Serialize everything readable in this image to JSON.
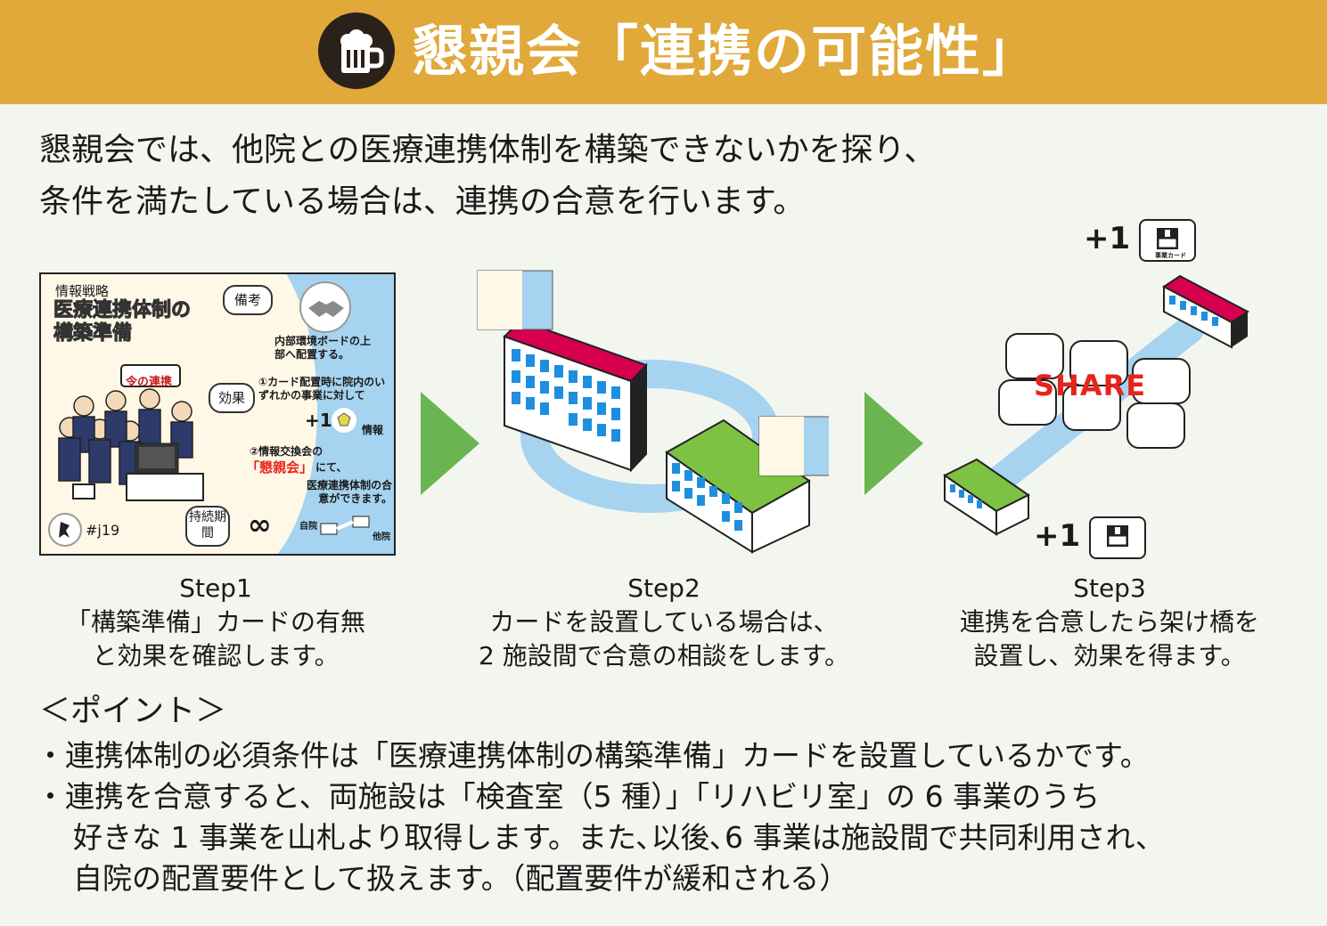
{
  "header": {
    "title": "懇親会「連携の可能性」",
    "icon": "beer-mug-icon",
    "bg_color": "#e0a93a"
  },
  "intro": {
    "line1": "懇親会では、他院との医療連携体制を構築できないかを探り、",
    "line2": "条件を満たしている場合は、連携の合意を行います。"
  },
  "card": {
    "category": "情報戦略",
    "title_line1": "医療連携体制の",
    "title_line2": "構築準備",
    "bikou": "備考",
    "placement": "内部環境ボードの上部へ配置する。",
    "effect_label": "効果",
    "effect1": "①カード配置時に院内のいずれかの事業に対して",
    "plus_one": "+1",
    "info": "情報",
    "effect2_prefix": "②情報交換会の",
    "effect2_highlight": "「懇親会」",
    "effect2_suffix": "にて、",
    "effect3": "医療連携体制の合意ができます。",
    "duration_label": "持続期間",
    "duration_value": "∞",
    "self_hospital": "自院",
    "other_hospital": "他院",
    "card_id": "#j19",
    "sign_text": "令の連携"
  },
  "steps": [
    {
      "name": "Step1",
      "line1": "「構築準備」カードの有無",
      "line2": "と効果を確認します。"
    },
    {
      "name": "Step2",
      "line1": "カードを設置している場合は、",
      "line2": "2 施設間で合意の相談をします。"
    },
    {
      "name": "Step3",
      "line1": "連携を合意したら架け橋を",
      "line2": "設置し、効果を得ます。"
    }
  ],
  "step3": {
    "plus_top": "+1",
    "plus_bottom": "+1",
    "share": "SHARE",
    "card_caption": "事業カード"
  },
  "points": {
    "title": "＜ポイント＞",
    "bullet1": "・連携体制の必須条件は「医療連携体制の構築準備」カードを設置しているかです。",
    "bullet2_line1": "・連携を合意すると、両施設は「検査室（5 種）」「リハビリ室」の 6 事業のうち",
    "bullet2_line2": "好きな 1 事業を山札より取得します。また､以後､6 事業は施設間で共同利用され、",
    "bullet2_line3": "自院の配置要件として扱えます。（配置要件が緩和される）"
  },
  "colors": {
    "arrow": "#6ab552",
    "red_roof": "#d6004f",
    "green_roof": "#7dc242",
    "bridge": "#a6d3ef",
    "window_blue": "#1e8fe0",
    "share_red": "#e8231b"
  }
}
